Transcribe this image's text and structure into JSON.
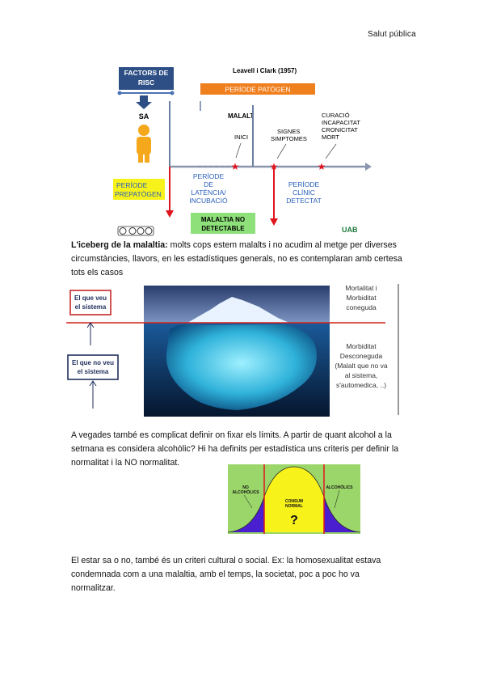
{
  "header": {
    "title": "Salut pública"
  },
  "diagram1": {
    "factors_line1": "FACTORS DE",
    "factors_line2": "RISC",
    "sa": "SA",
    "leavell": "Leavell  i Clark (1957)",
    "periode_patogen": "PERÍODE  PATÒGEN",
    "malalt": "MALALT",
    "inici": "INICI",
    "signes1": "SIGNES",
    "signes2": "SIMPTOMES",
    "outcome1": "CURACIÓ",
    "outcome2": "INCAPACITAT",
    "outcome3": "CRONICITAT",
    "outcome4": "MORT",
    "prepatogen1": "PERÍODE",
    "prepatogen2": "PREPATÒGEN",
    "latencia1": "PERÍODE",
    "latencia2": "DE",
    "latencia3": "LATÈNCIA/",
    "latencia4": "INCUBACIÓ",
    "clinic1": "PERÍODE",
    "clinic2": "CLÍNIC",
    "clinic3": "DETECTAT",
    "nodetect1": "MALALTIA NO",
    "nodetect2": "DETECTABLE",
    "uab": "UAB"
  },
  "para1": {
    "bold": "L'iceberg de la malaltia:",
    "line1_rest": " molts cops estem malalts i no acudim al metge per diverses",
    "line2": "circumstàncies, llavors, en les estadístiques generals, no es contemplaran amb certesa",
    "line3": "tots els casos"
  },
  "iceberg": {
    "veu1": "El que veu",
    "veu2": "el sistema",
    "noveu1": "El que no veu",
    "noveu2": "el sistema",
    "r1": "Mortalitat i",
    "r2": "Morbiditat",
    "r3": "coneguda",
    "r4": "Morbiditat",
    "r5": "Desconeguda",
    "r6": "(Malalt que no va",
    "r7": "al sistema,",
    "r8": "s'automedica, ..)"
  },
  "para2": {
    "line1": "A vegades també es complicat definir on fixar els límits. A partir de quant alcohol a la",
    "line2": "setmana es considera alcohòlic? Hi ha definits per estadística uns criteris per definir la",
    "line3": "normalitat i la NO normalitat."
  },
  "bell": {
    "no1": "NO",
    "no2": "ALCOHÒLICS",
    "alc": "ALCOHÒLICS",
    "consum1": "CONSUM",
    "consum2": "NORMAL",
    "q": "?"
  },
  "para3": {
    "line1": "El estar sa o no, també és un criteri cultural o social. Ex: la homosexualitat estava",
    "line2": "condemnada com a una malaltia, amb el temps, la societat, poc a poc ho va",
    "line3": "normalitzar."
  },
  "colors": {
    "navy": "#2d4f86",
    "orange": "#f07f1e",
    "red": "#e0141e",
    "blue_text": "#2a5fb8",
    "yellow": "#f8f21b",
    "green": "#8ee07a",
    "purple": "#4a1fd0"
  }
}
